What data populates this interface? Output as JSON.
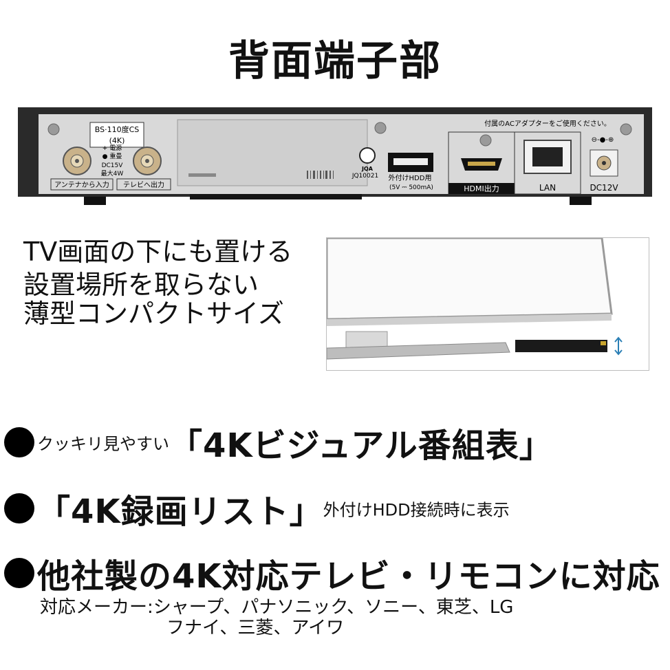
{
  "title": "背面端子部",
  "device": {
    "bs_label_line1": "BS·110度CS",
    "bs_label_line2": "(4K)",
    "power_line1": "+ 電源",
    "power_line2": "● 重畳",
    "power_line3": "DC15V",
    "power_line4": "最大4W",
    "antenna_in": "アンテナから入力",
    "tv_out": "テレビへ出力",
    "cert_mark": "JQA",
    "cert_id": "JQ10021",
    "usb_label_line1": "外付けHDD用",
    "usb_label_line2": "(5V ⎓ 500mA)",
    "adapter_notice": "付属のACアダプターをご使用ください。",
    "hdmi_label": "HDMI出力",
    "lan_label": "LAN",
    "dc_label": "DC12V",
    "polarity": "⊖-●-⊕"
  },
  "tagline": {
    "line1": "TV画面の下にも置ける",
    "line2": "設置場所を取らない",
    "line3": "薄型コンパクトサイズ"
  },
  "features": [
    {
      "small": "クッキリ見やすい",
      "big": "「4Kビジュアル番組表」"
    },
    {
      "big": "「4K録画リスト」",
      "small": "外付けHDD接続時に表示"
    },
    {
      "big": "他社製の4K対応テレビ・リモコンに対応"
    }
  ],
  "makers": {
    "line1": "対応メーカー:シャープ、パナソニック、ソニー、東芝、LG",
    "line2": "フナイ、三菱、アイワ"
  }
}
